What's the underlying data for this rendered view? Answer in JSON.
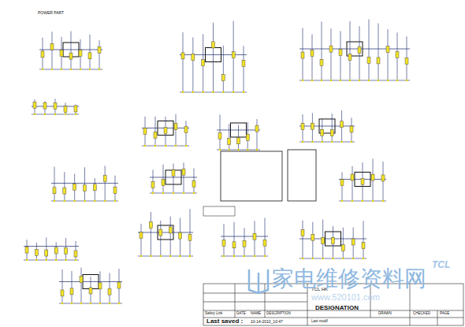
{
  "diagram": {
    "labels": [
      "POWER PART",
      "TCL HK",
      "DESIGNATION",
      "Safety Link",
      "DATE",
      "NAME",
      "DESCRIPTION",
      "Last modif",
      "CHECKED",
      "DRAWN",
      "PAGE",
      "Last saved :",
      "10-14-2010_10:47",
      "家电维修资料网",
      "www.520101.com",
      "TCL"
    ]
  }
}
